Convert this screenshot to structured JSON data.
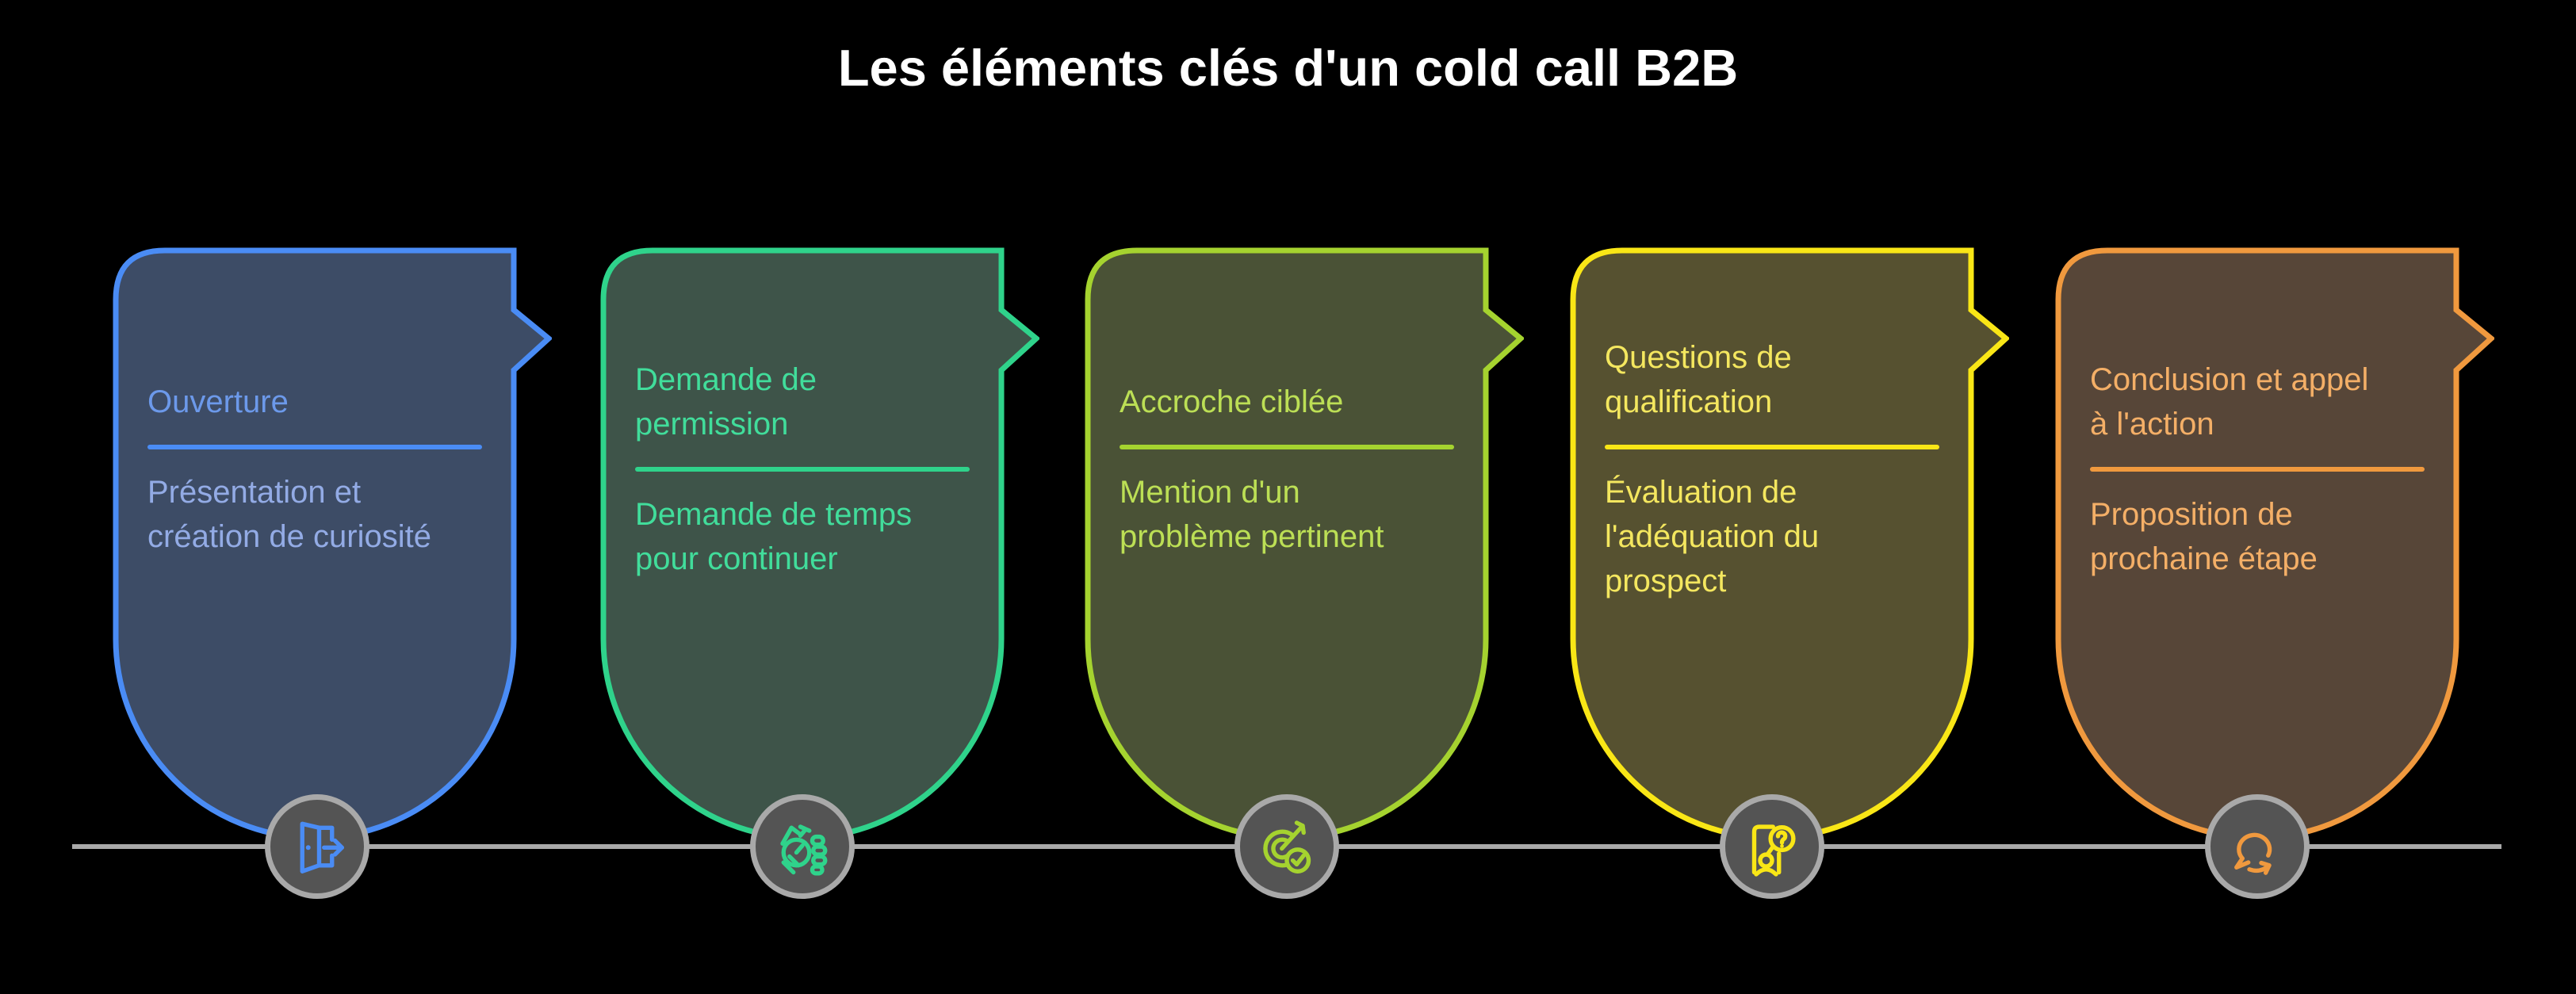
{
  "page": {
    "background": "#000000",
    "title": "Les éléments clés d'un cold call B2B",
    "title_color": "#FFFFFF"
  },
  "timeline": {
    "line_color": "#A9A9A9",
    "node_fill": "#545454",
    "node_border": "#A9A9A9"
  },
  "cards": [
    {
      "title": "Ouverture",
      "description": "Présentation et\ncréation de curiosité",
      "accent": "#4A8CF5",
      "fill": "#3D4C66",
      "title_color": "#6C99EA",
      "body_color": "#93ABE5",
      "icon": "door-exit-icon"
    },
    {
      "title": "Demande de\npermission",
      "description": "Demande de temps\npour continuer",
      "accent": "#2FD38B",
      "fill": "#3E5449",
      "title_color": "#41DD9B",
      "body_color": "#41DD9B",
      "icon": "hand-stopwatch-icon"
    },
    {
      "title": "Accroche ciblée",
      "description": "Mention d'un\nproblème pertinent",
      "accent": "#A5D32F",
      "fill": "#4A5236",
      "title_color": "#BCDF55",
      "body_color": "#BCDF55",
      "icon": "target-check-icon"
    },
    {
      "title": "Questions de\nqualification",
      "description": "Évaluation de\nl'adéquation du\nprospect",
      "accent": "#F9E616",
      "fill": "#565130",
      "title_color": "#F4E75F",
      "body_color": "#F4E75F",
      "icon": "person-question-icon"
    },
    {
      "title": "Conclusion et appel\nà l'action",
      "description": "Proposition de\nprochaine étape",
      "accent": "#F0993E",
      "fill": "#574638",
      "title_color": "#F4AF67",
      "body_color": "#F4AF67",
      "icon": "chat-speech-arrow-icon"
    }
  ]
}
